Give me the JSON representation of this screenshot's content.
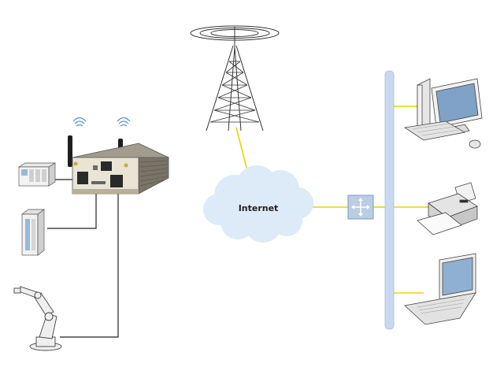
{
  "diagram": {
    "cloud": {
      "label": "Internet",
      "color": "#ddeaf7"
    },
    "colors": {
      "wan_link": "#e8d400",
      "wired_link": "#222222",
      "backbone": "#c9d9ef",
      "router_body": "#8a8478",
      "switch": "#b9cde3"
    },
    "devices": [
      {
        "id": "router",
        "icon": "industrial-router-icon"
      },
      {
        "id": "tower",
        "icon": "radio-tower-icon"
      },
      {
        "id": "switch",
        "icon": "network-switch-icon"
      },
      {
        "id": "plc",
        "icon": "plc-controller-icon"
      },
      {
        "id": "io-module",
        "icon": "io-module-icon"
      },
      {
        "id": "robot-arm",
        "icon": "robot-arm-icon"
      },
      {
        "id": "desktop",
        "icon": "desktop-computer-icon"
      },
      {
        "id": "printer",
        "icon": "printer-icon"
      },
      {
        "id": "laptop",
        "icon": "laptop-icon"
      }
    ]
  }
}
